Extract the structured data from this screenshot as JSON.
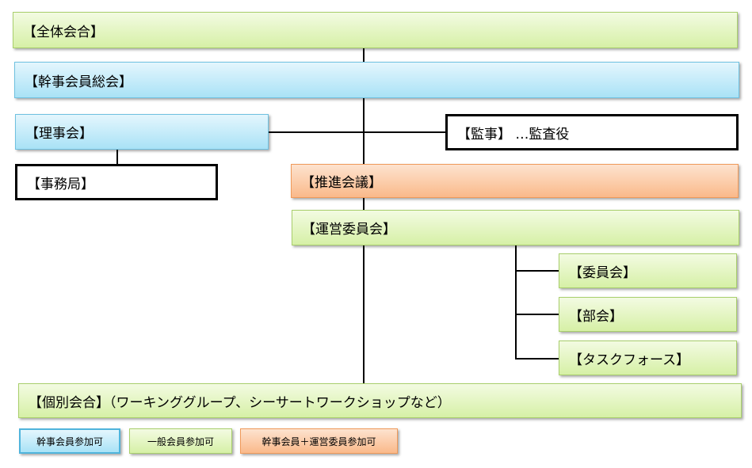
{
  "nodes": {
    "general_meeting": "【全体会合】",
    "board_members_general": "【幹事会員総会】",
    "board_of_directors": "【理事会】",
    "auditor": "【監事】 …監査役",
    "secretariat": "【事務局】",
    "promotion_council": "【推進会議】",
    "steering_committee": "【運営委員会】",
    "committee": "【委員会】",
    "subcommittee": "【部会】",
    "task_force": "【タスクフォース】",
    "individual_meeting": "【個別会合】（ワーキンググループ、シーサートワークショップなど）"
  },
  "legend": [
    {
      "label": "幹事会員参加可",
      "color": "blue"
    },
    {
      "label": "一般会員参加可",
      "color": "green"
    },
    {
      "label": "幹事会員＋運営委員参加可",
      "color": "orange"
    }
  ],
  "colors": {
    "green": "#d6f0a6",
    "blue": "#a9e2f6",
    "orange": "#fab98a",
    "white": "#ffffff"
  }
}
